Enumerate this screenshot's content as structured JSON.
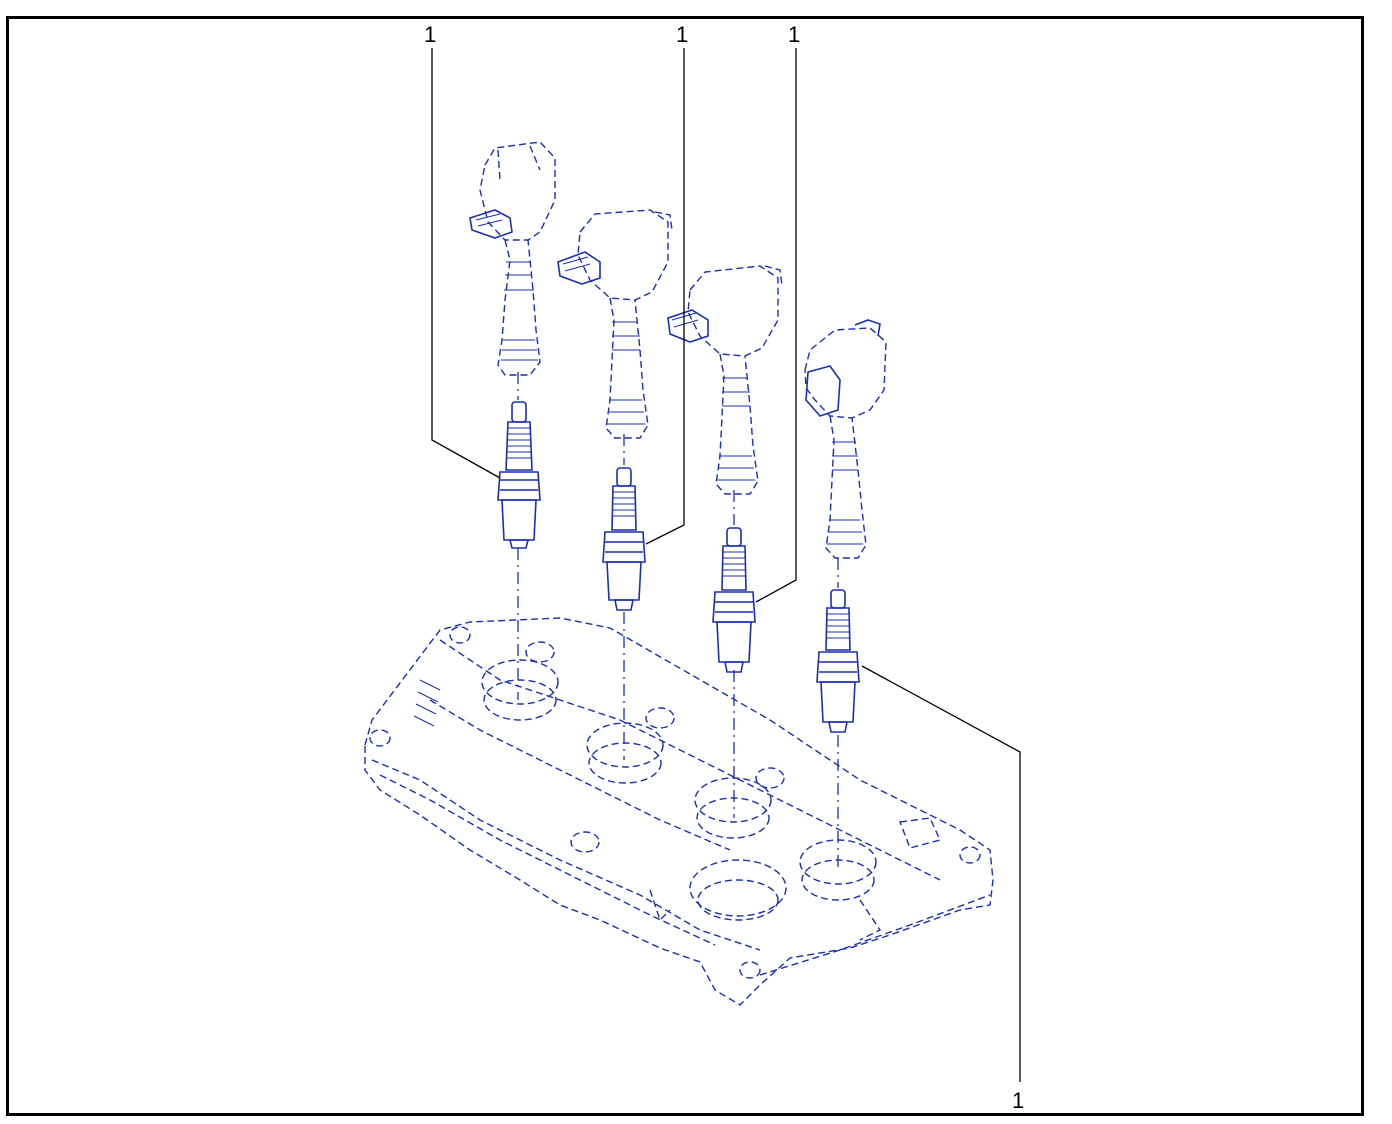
{
  "diagram": {
    "callouts": [
      {
        "id": "c1",
        "label": "1"
      },
      {
        "id": "c2",
        "label": "1"
      },
      {
        "id": "c3",
        "label": "1"
      },
      {
        "id": "c4",
        "label": "1"
      }
    ],
    "colors": {
      "line_art": "#1c2fb0",
      "leader": "#000000",
      "frame": "#000000"
    }
  }
}
